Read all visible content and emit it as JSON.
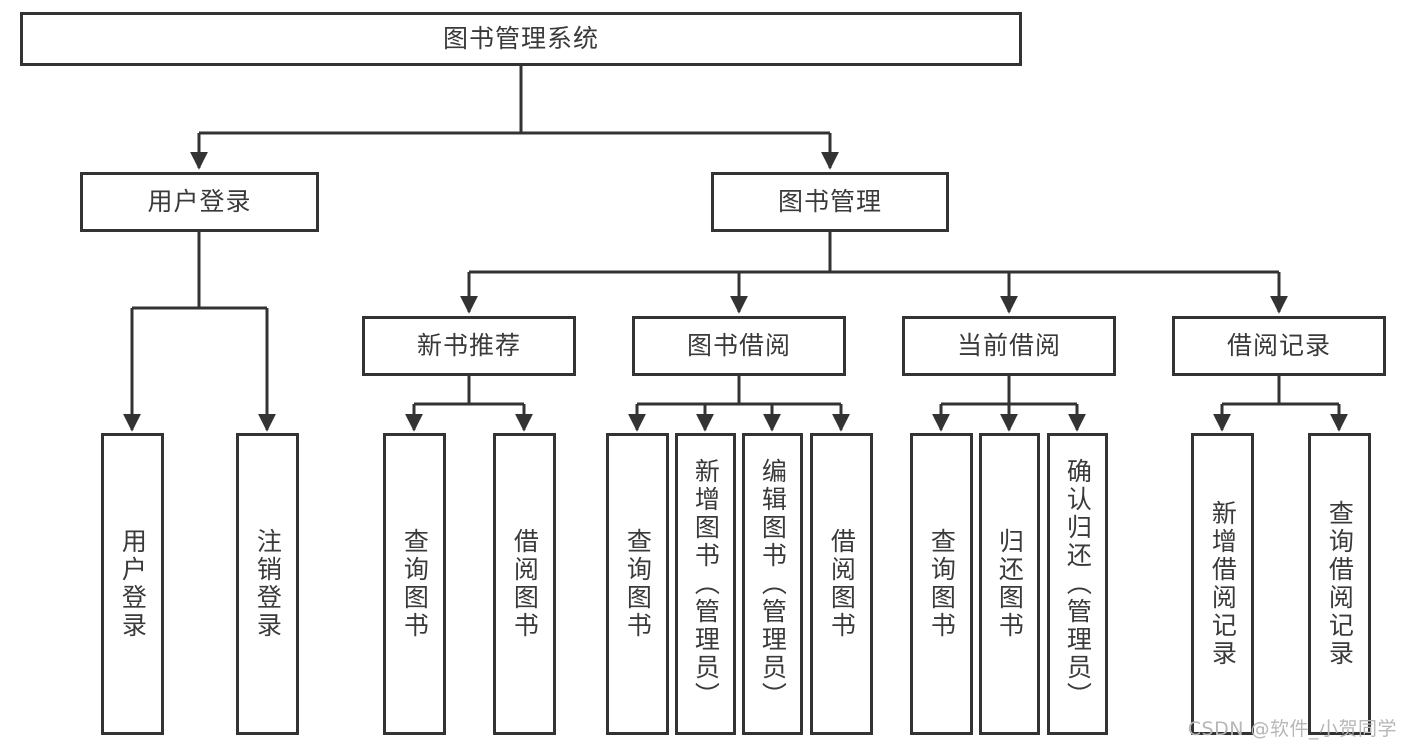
{
  "diagram": {
    "type": "tree",
    "title": "图书管理系统",
    "background_color": "#ffffff",
    "border_color": "#333333",
    "text_color": "#3a3a3a",
    "root": {
      "label": "图书管理系统"
    },
    "level2": [
      {
        "label": "用户登录"
      },
      {
        "label": "图书管理"
      }
    ],
    "level3": [
      {
        "label": "新书推荐"
      },
      {
        "label": "图书借阅"
      },
      {
        "label": "当前借阅"
      },
      {
        "label": "借阅记录"
      }
    ],
    "leaves": {
      "user_login": [
        {
          "label": "用户登录"
        },
        {
          "label": "注销登录"
        }
      ],
      "new_book_recommend": [
        {
          "label": "查询图书"
        },
        {
          "label": "借阅图书"
        }
      ],
      "book_borrow": [
        {
          "label": "查询图书"
        },
        {
          "label": "新增图书（管理员）"
        },
        {
          "label": "编辑图书（管理员）"
        },
        {
          "label": "借阅图书"
        }
      ],
      "current_borrow": [
        {
          "label": "查询图书"
        },
        {
          "label": "归还图书"
        },
        {
          "label": "确认归还（管理员）"
        }
      ],
      "borrow_record": [
        {
          "label": "新增借阅记录"
        },
        {
          "label": "查询借阅记录"
        }
      ]
    }
  },
  "watermark": {
    "text": "CSDN @软件_小贺同学"
  }
}
